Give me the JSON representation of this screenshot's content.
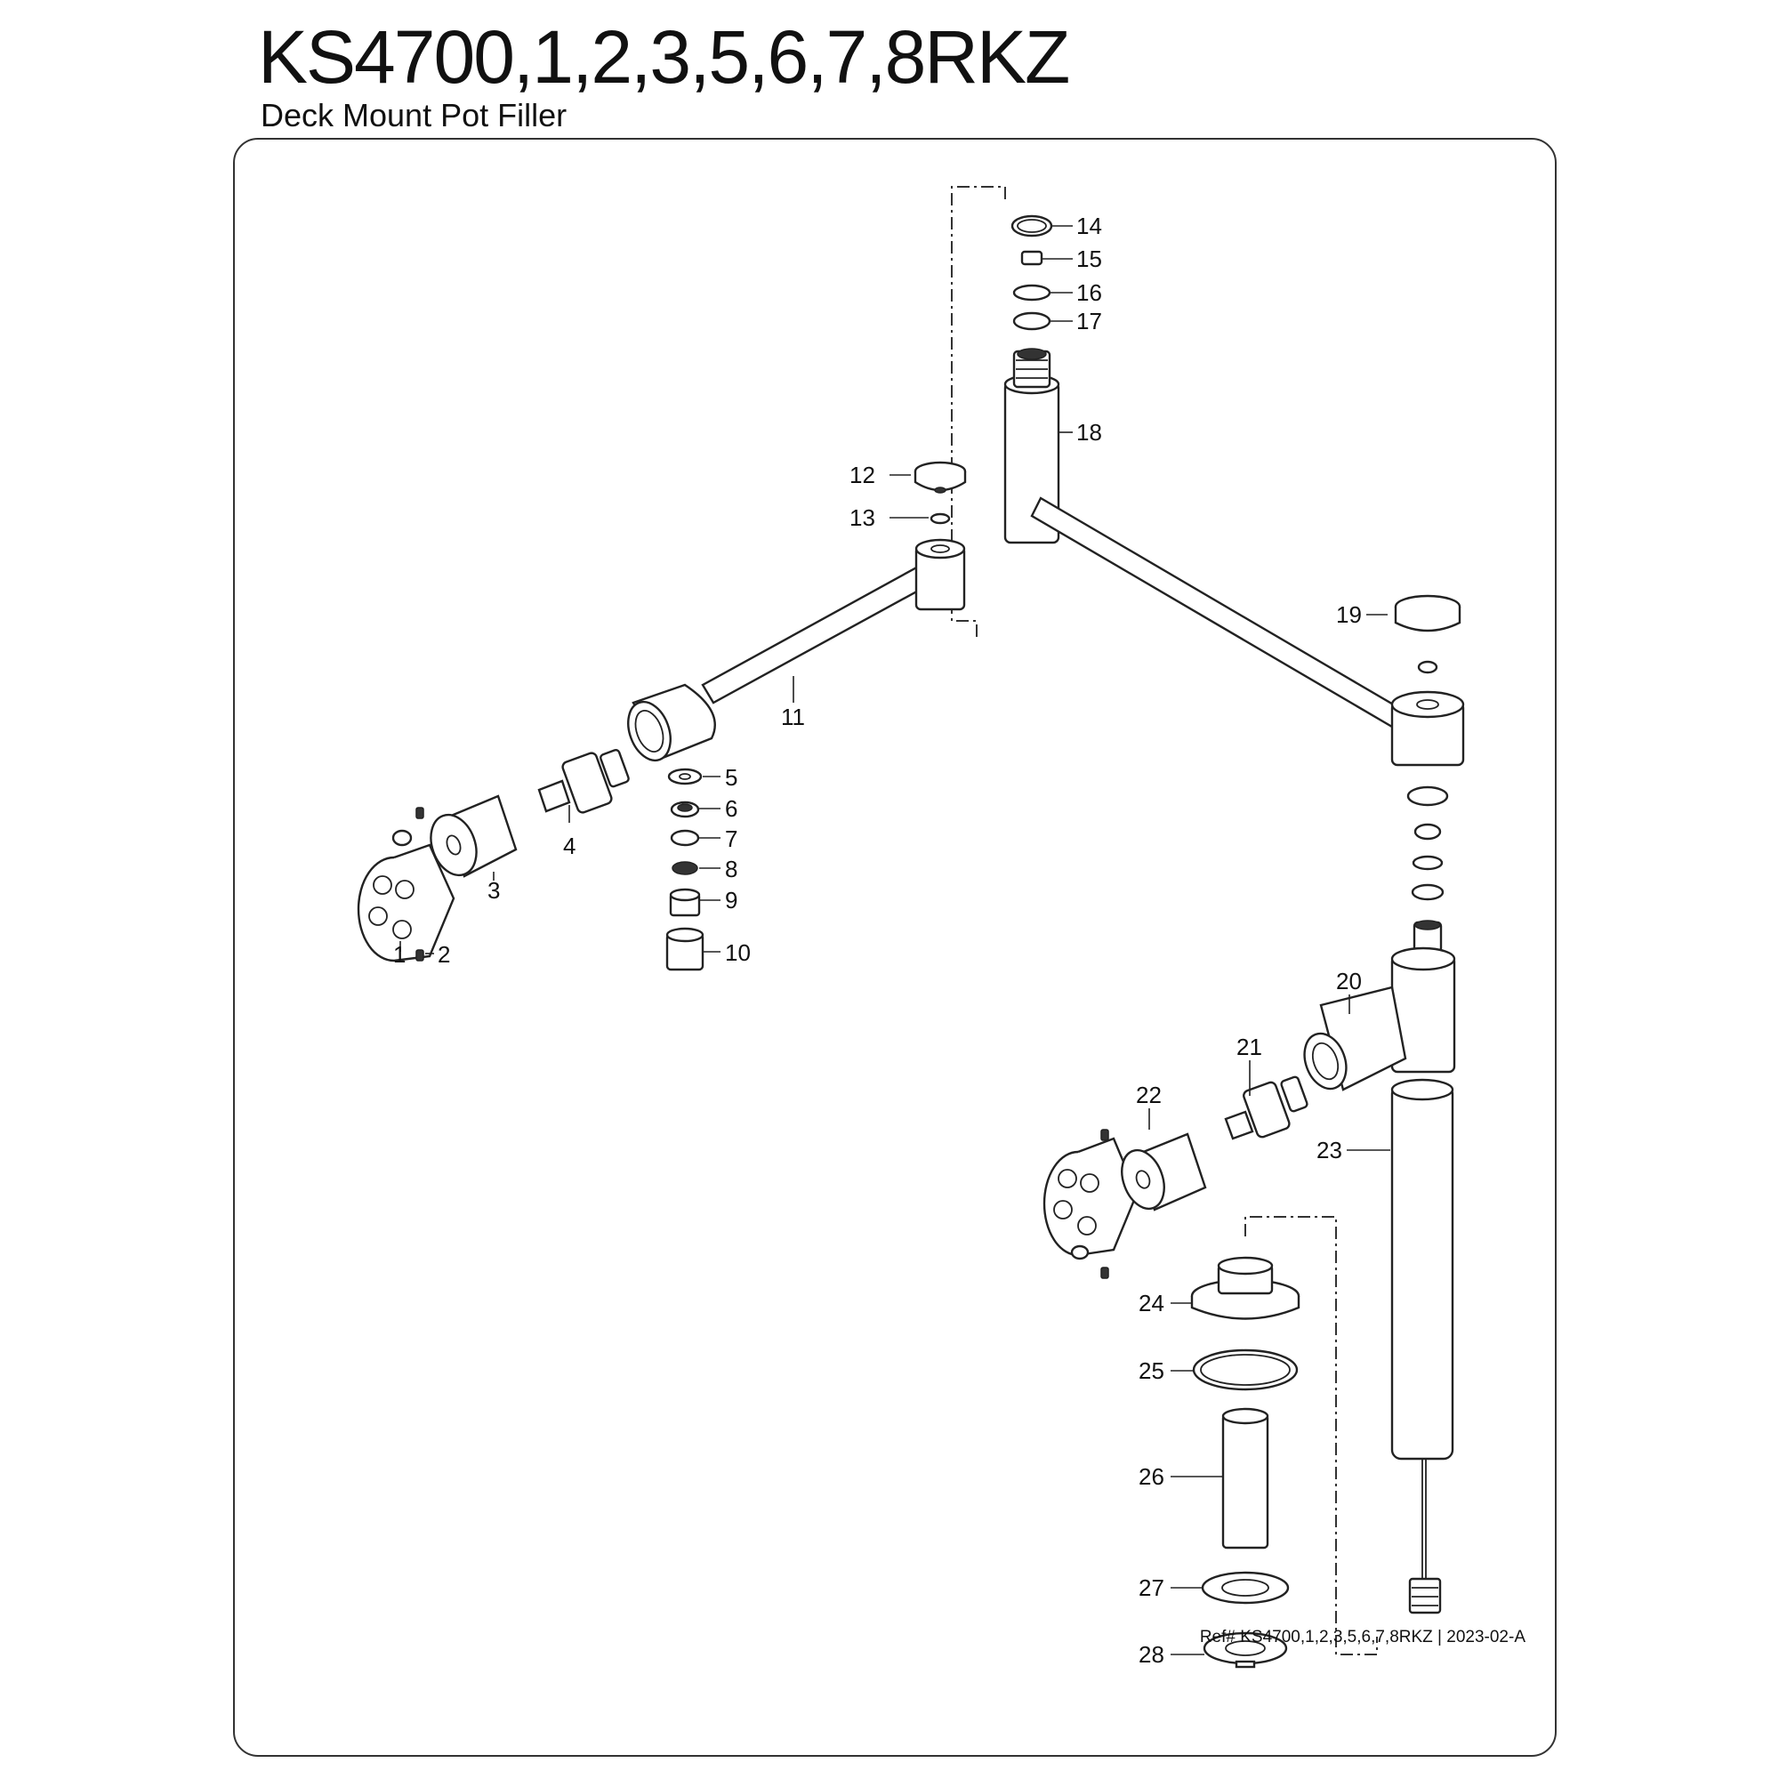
{
  "header": {
    "title": "KS4700,1,2,3,5,6,7,8RKZ",
    "subtitle": "Deck Mount Pot Filler"
  },
  "footer": {
    "ref": "Ref# KS4700,1,2,3,5,6,7,8RKZ | 2023-02-A"
  },
  "parts": {
    "p1": "1",
    "p2": "2",
    "p3": "3",
    "p4": "4",
    "p5": "5",
    "p6": "6",
    "p7": "7",
    "p8": "8",
    "p9": "9",
    "p10": "10",
    "p11": "11",
    "p12": "12",
    "p13": "13",
    "p14": "14",
    "p15": "15",
    "p16": "16",
    "p17": "17",
    "p18": "18",
    "p19": "19",
    "p20": "20",
    "p21": "21",
    "p22": "22",
    "p23": "23",
    "p24": "24",
    "p25": "25",
    "p26": "26",
    "p27": "27",
    "p28": "28"
  }
}
